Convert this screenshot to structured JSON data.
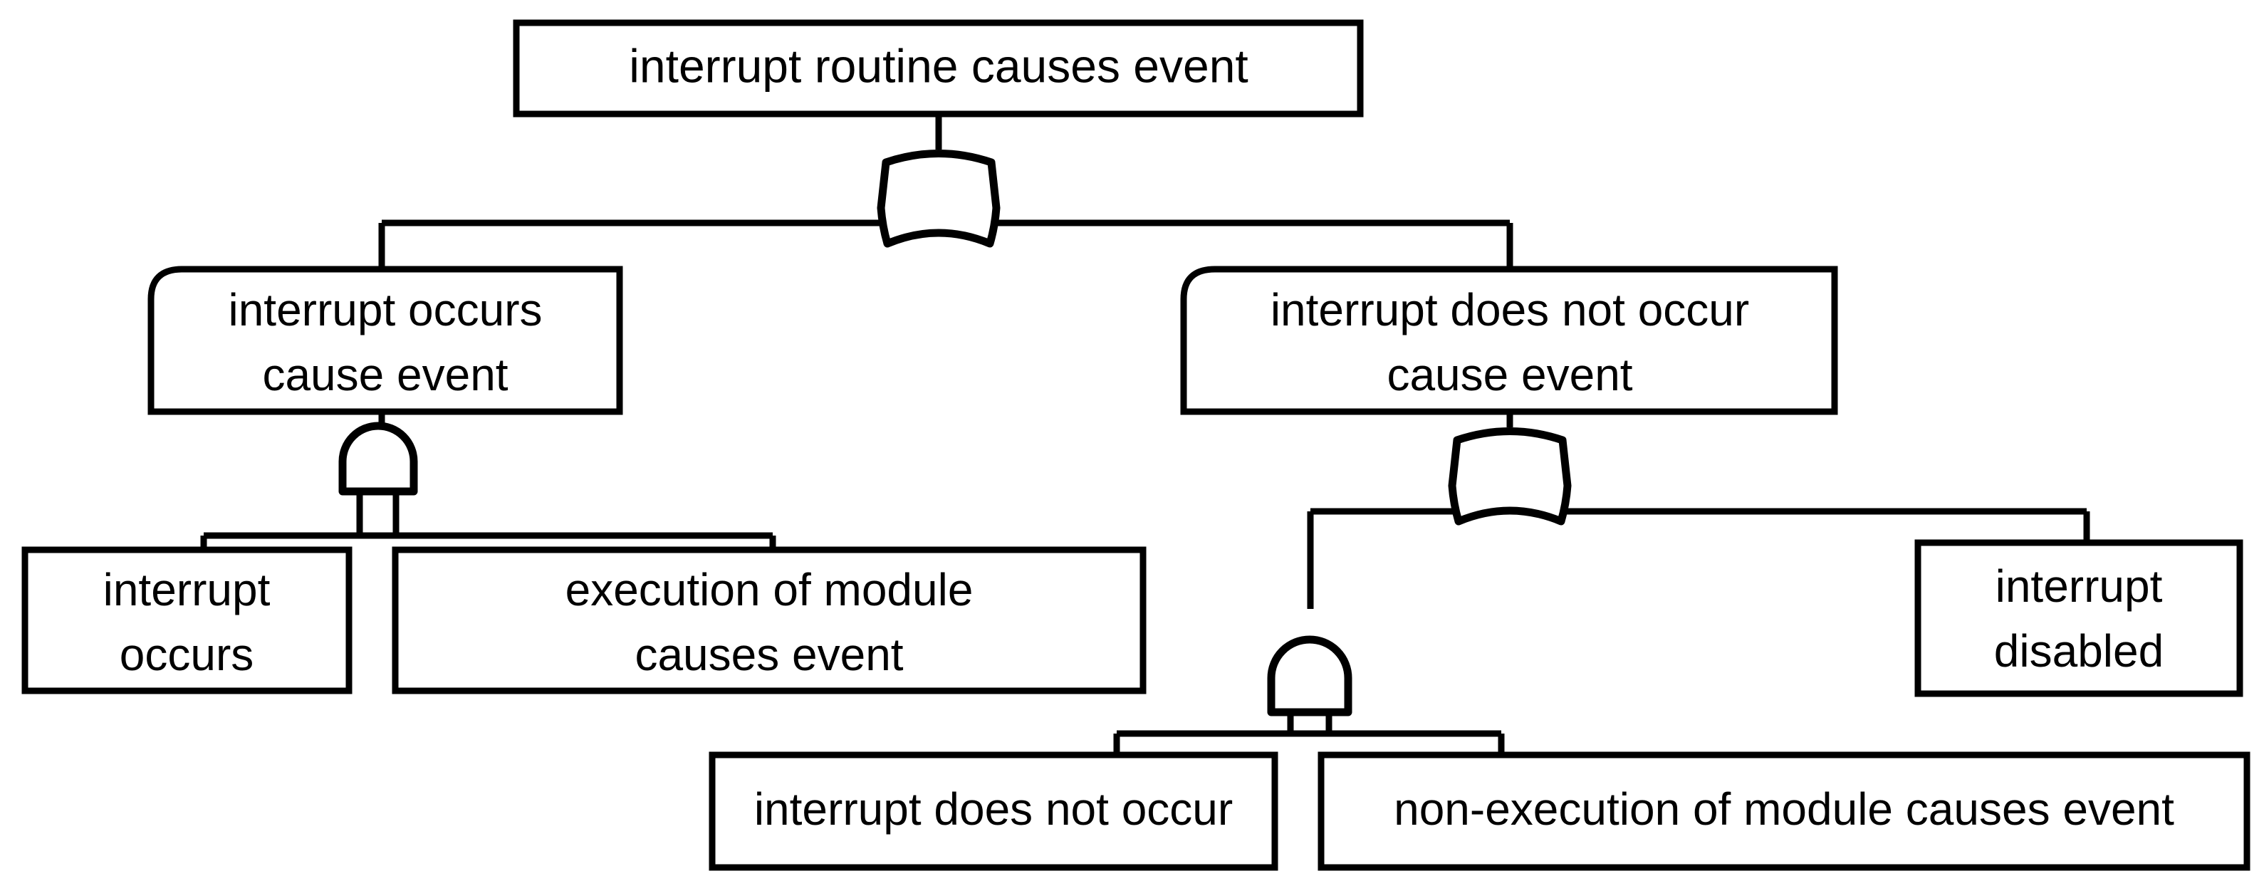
{
  "diagram": {
    "type": "fault-tree",
    "title": "interrupt routine causes event",
    "background_color": "#ffffff",
    "line_color": "#000000"
  },
  "nodes": {
    "top_event": {
      "id": "interrupt-routine-causes-event",
      "lines": [
        "interrupt routine causes event"
      ],
      "shape": "rectangle",
      "line1": "interrupt routine causes event"
    },
    "interrupt_occurs_cause_event": {
      "id": "interrupt-occurs-cause-event",
      "shape": "rounded-rectangle",
      "line1": "interrupt occurs",
      "line2": "cause event"
    },
    "interrupt_does_not_occur_cause_event": {
      "id": "interrupt-does-not-occur-cause-event",
      "shape": "rounded-rectangle",
      "line1": "interrupt does not occur",
      "line2": "cause event"
    },
    "interrupt_occurs": {
      "id": "interrupt-occurs",
      "shape": "rectangle",
      "line1": "interrupt",
      "line2": "occurs"
    },
    "execution_of_module_causes_event": {
      "id": "execution-of-module-causes-event",
      "shape": "rectangle",
      "line1": "execution of module",
      "line2": "causes event"
    },
    "interrupt_disabled": {
      "id": "interrupt-disabled",
      "shape": "rectangle",
      "line1": "interrupt",
      "line2": "disabled"
    },
    "interrupt_does_not_occur": {
      "id": "interrupt-does-not-occur",
      "shape": "rectangle",
      "line1": "interrupt does not occur"
    },
    "non_execution_of_module_causes_event": {
      "id": "non-execution-of-module-causes-event",
      "shape": "rectangle",
      "line1": "non-execution of module causes event"
    }
  },
  "gates": [
    {
      "id": "or-gate-top",
      "type": "OR",
      "parent": "top_event",
      "children": [
        "interrupt_occurs_cause_event",
        "interrupt_does_not_occur_cause_event"
      ]
    },
    {
      "id": "and-gate-left",
      "type": "AND",
      "parent": "interrupt_occurs_cause_event",
      "children": [
        "interrupt_occurs",
        "execution_of_module_causes_event"
      ]
    },
    {
      "id": "or-gate-right",
      "type": "OR",
      "parent": "interrupt_does_not_occur_cause_event",
      "children": [
        "and-gate-bottom",
        "interrupt_disabled"
      ]
    },
    {
      "id": "and-gate-bottom",
      "type": "AND",
      "parent": "or-gate-right",
      "children": [
        "interrupt_does_not_occur",
        "non_execution_of_module_causes_event"
      ]
    }
  ]
}
